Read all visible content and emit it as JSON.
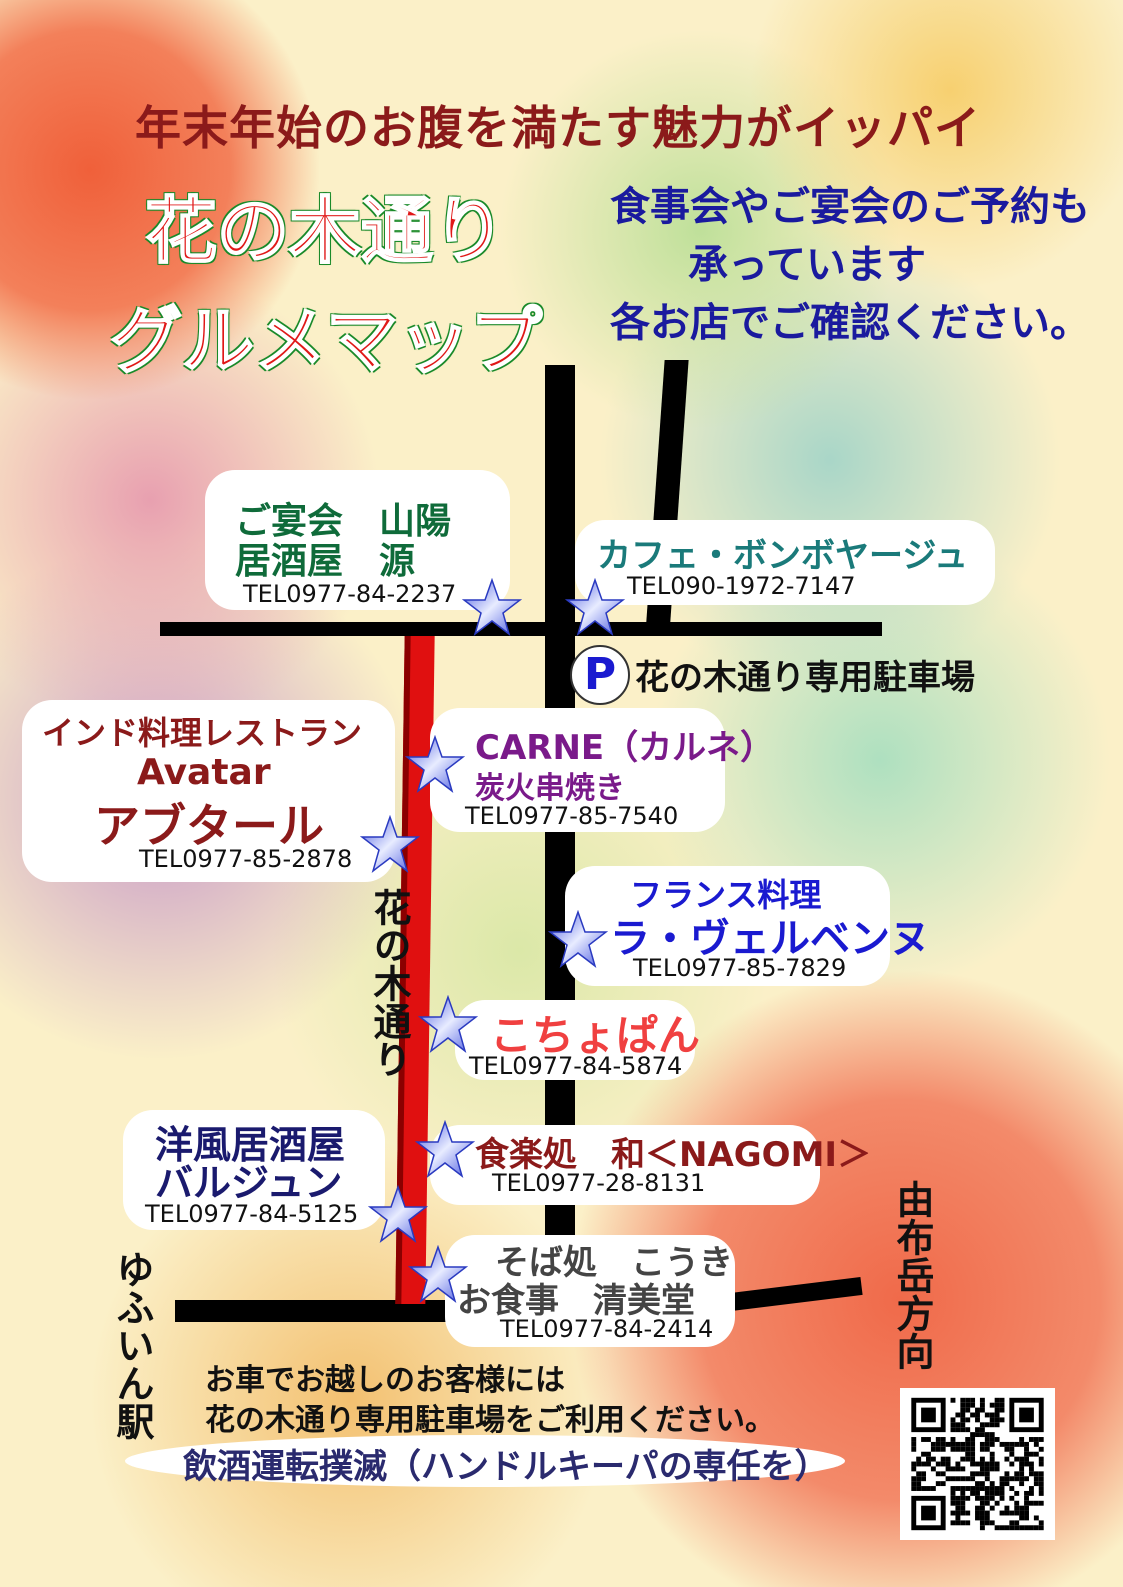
{
  "headline": "年末年始のお腹を満たす魅力がイッパイ",
  "title": {
    "line1": "花の木通り",
    "line2": "グルメマップ"
  },
  "reservation": {
    "line1": "食事会やご宴会のご予約も",
    "line2": "承っています",
    "line3": "各お店でご確認ください。"
  },
  "parking": {
    "symbol": "P",
    "label": "花の木通り専用駐車場"
  },
  "street_label": "花の木通り",
  "direction_label": "由布岳方向",
  "station_label": "ゆふいん駅",
  "shops": [
    {
      "line1": "ご宴会　山陽",
      "line2": "居酒屋　源",
      "tel": "TEL0977-84-2237"
    },
    {
      "line1": "カフェ・ボンボヤージュ",
      "tel": "TEL090-1972-7147"
    },
    {
      "line1": "インド料理レストラン",
      "line2": "Avatar",
      "line3": "アブタール",
      "tel": "TEL0977-85-2878"
    },
    {
      "line1": "CARNE（カルネ）",
      "line2": "炭火串焼き",
      "tel": "TEL0977-85-7540"
    },
    {
      "line1": "フランス料理",
      "line2": "ラ・ヴェルベンヌ",
      "tel": "TEL0977-85-7829"
    },
    {
      "line1": "こちょぱん",
      "tel": "TEL0977-84-5874"
    },
    {
      "line1": "洋風居酒屋",
      "line2": "バルジュン",
      "tel": "TEL0977-84-5125"
    },
    {
      "line1": "食楽処　和＜NAGOMI＞",
      "tel": "TEL0977-28-8131"
    },
    {
      "line1": "そば処　こうき",
      "line2": "お食事　清美堂",
      "tel": "TEL0977-84-2414"
    }
  ],
  "car_notice": {
    "line1": "お車でお越しのお客様には",
    "line2": "花の木通り専用駐車場をご利用ください。"
  },
  "drink_notice": "飲酒運転撲滅（ハンドルキーパの専任を）",
  "colors": {
    "headline": "#8b1a1a",
    "notice": "#1a1a9e",
    "main_street": "#e01010",
    "star": "#5a6ae0"
  }
}
